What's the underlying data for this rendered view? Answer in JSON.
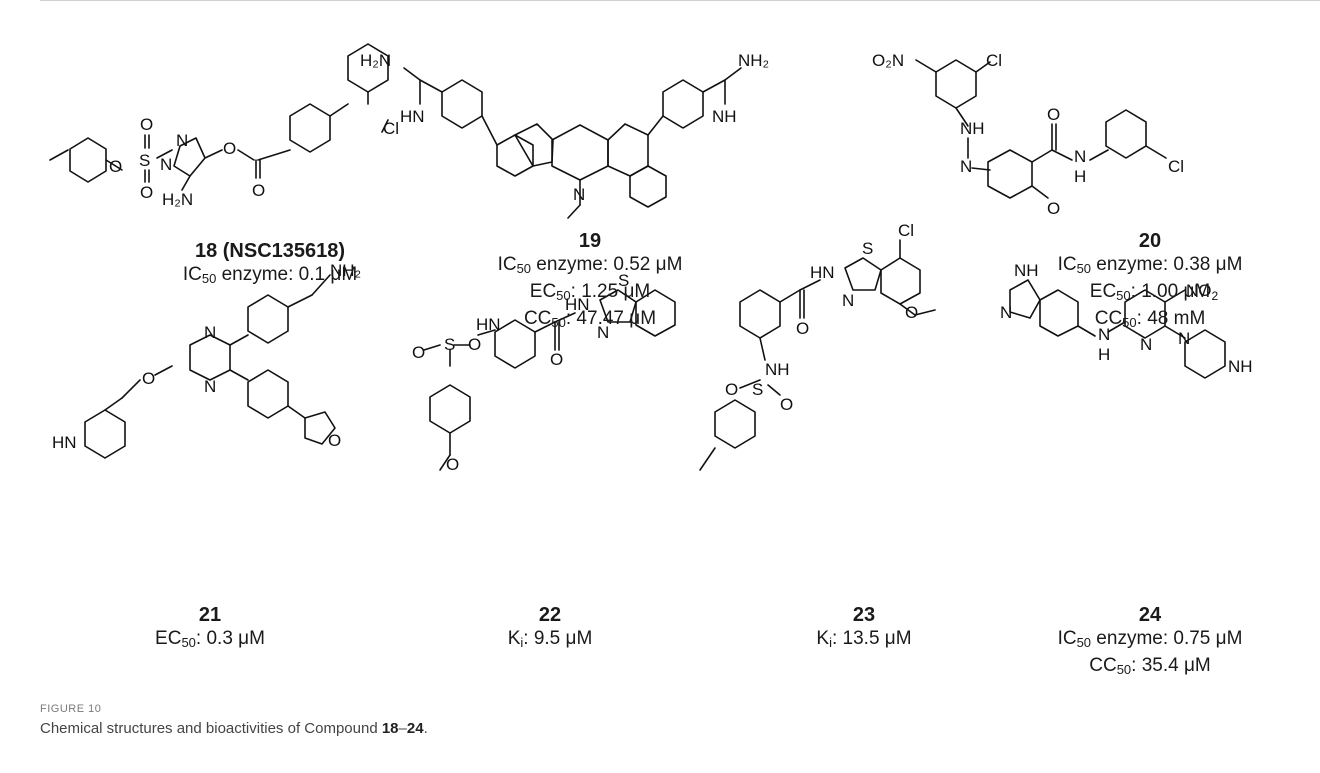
{
  "figure": {
    "label": "FIGURE 10",
    "caption_pre": "Chemical structures and bioactivities of Compound ",
    "caption_from": "18",
    "caption_dash": "–",
    "caption_to": "24",
    "caption_post": "."
  },
  "structure_labels": {
    "o2n": "O₂N",
    "cl": "Cl",
    "o": "O",
    "n": "N",
    "s": "S",
    "h": "H",
    "nh": "NH",
    "hn": "HN",
    "nh2": "NH₂",
    "h2n": "H₂N"
  },
  "compounds": [
    {
      "id": "18 (NSC135618)",
      "lines": [
        {
          "pre": "IC",
          "sub": "50",
          "post": " enzyme: 0.1 μM"
        }
      ]
    },
    {
      "id": "19",
      "lines": [
        {
          "pre": "IC",
          "sub": "50",
          "post": " enzyme: 0.52 μM"
        },
        {
          "pre": "EC",
          "sub": "50",
          "post": ": 1.25 μM"
        },
        {
          "pre": "CC",
          "sub": "50",
          "post": ": 47.47 μM"
        }
      ]
    },
    {
      "id": "20",
      "lines": [
        {
          "pre": "IC",
          "sub": "50",
          "post": " enzyme: 0.38 μM"
        },
        {
          "pre": "EC",
          "sub": "50",
          "post": ": 1.00 μM"
        },
        {
          "pre": "CC",
          "sub": "50",
          "post": ": 48 mM"
        }
      ]
    },
    {
      "id": "21",
      "lines": [
        {
          "pre": "EC",
          "sub": "50",
          "post": ": 0.3 μM"
        }
      ]
    },
    {
      "id": "22",
      "lines": [
        {
          "pre": "K",
          "sub": "i",
          "post": ": 9.5 μM"
        }
      ]
    },
    {
      "id": "23",
      "lines": [
        {
          "pre": "K",
          "sub": "i",
          "post": ": 13.5 μM"
        }
      ]
    },
    {
      "id": "24",
      "lines": [
        {
          "pre": "IC",
          "sub": "50",
          "post": " enzyme: 0.75 μM"
        },
        {
          "pre": "CC",
          "sub": "50",
          "post": ": 35.4 μM"
        }
      ]
    }
  ]
}
